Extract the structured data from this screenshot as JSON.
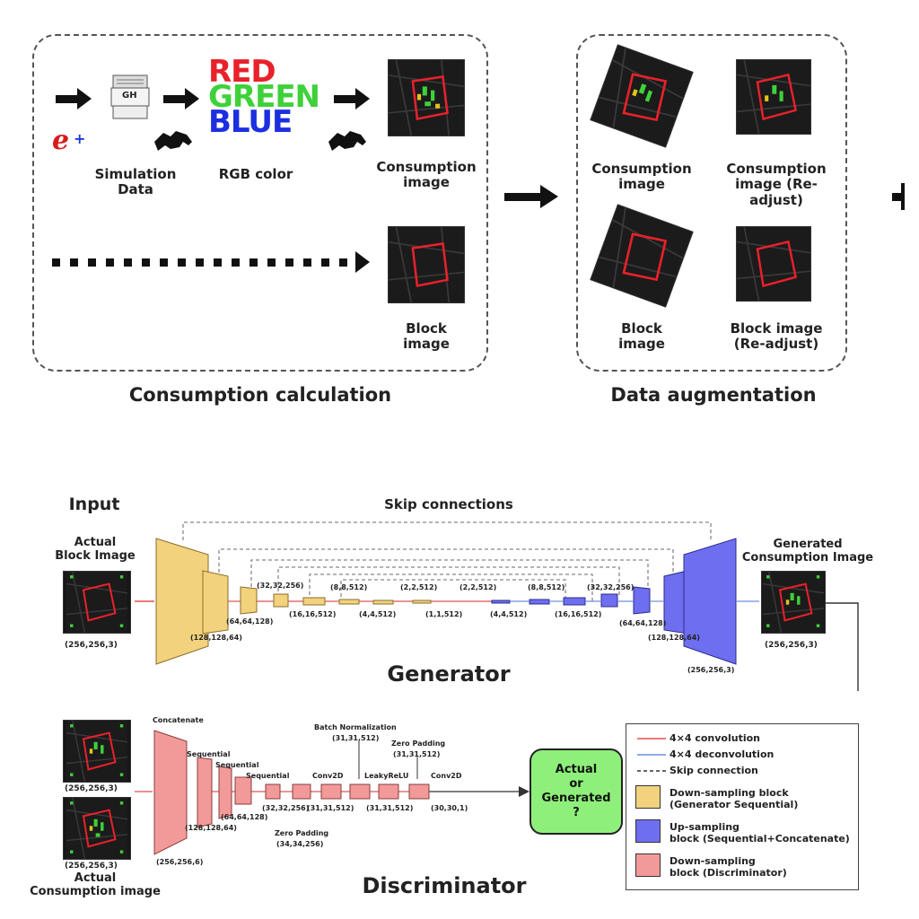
{
  "top": {
    "panel1_title": "Consumption calculation",
    "panel2_title": "Data augmentation",
    "simulation_label": "Simulation\nData",
    "rgb_label": "RGB color",
    "gh_label": "GH",
    "rgb_words": {
      "red": "RED",
      "green": "GREEN",
      "blue": "BLUE"
    },
    "consumption_image": "Consumption\nimage",
    "block_image": "Block\nimage",
    "aug": {
      "consumption": "Consumption\nimage",
      "consumption_readjust": "Consumption\nimage (Re-adjust)",
      "block": "Block\nimage",
      "block_readjust": "Block image\n(Re-adjust)"
    },
    "colors": {
      "red": "#e8212b",
      "green": "#3fd13a",
      "blue": "#1c2fe0"
    }
  },
  "generator": {
    "title": "Generator",
    "input_label": "Input",
    "skip_label": "Skip connections",
    "actual_block": "Actual\nBlock Image",
    "generated": "Generated\nConsumption Image",
    "input_dim": "(256,256,3)",
    "output_dim": "(256,256,3)",
    "enc_dims": [
      "(128,128,64)",
      "(64,64,128)",
      "(32,32,256)",
      "(16,16,512)",
      "(8,8,512)",
      "(4,4,512)",
      "(2,2,512)",
      "(1,1,512)"
    ],
    "dec_dims": [
      "(2,2,512)",
      "(4,4,512)",
      "(8,8,512)",
      "(16,16,512)",
      "(32,32,256)",
      "(64,64,128)",
      "(128,128,64)",
      "(256,256,3)"
    ],
    "colors": {
      "down": "#f3d27e",
      "up": "#6e6ef0"
    }
  },
  "discriminator": {
    "title": "Discriminator",
    "concatenate": "Concatenate",
    "sequential": "Sequential",
    "conv2d": "Conv2D",
    "batch_norm": "Batch Normalization",
    "leaky": "LeakyReLU",
    "zero_padding": "Zero Padding",
    "actual_consumption": "Actual\nConsumption image",
    "dims": {
      "in1": "(256,256,3)",
      "in2": "(256,256,3)",
      "concat": "(256,256,6)",
      "seq1": "(128,128,64)",
      "seq2": "(64,64,128)",
      "seq3": "(32,32,256)",
      "zp1": "(34,34,256)",
      "conv1": "(31,31,512)",
      "bn": "(31,31,512)",
      "lr": "(31,31,512)",
      "zp2": "(31,31,512)",
      "conv2": "(30,30,1)"
    },
    "output": "Actual\nor\nGenerated\n?",
    "colors": {
      "block": "#f29a9a",
      "output": "#8ef07a"
    }
  },
  "legend": {
    "conv": "4×4 convolution",
    "deconv": "4×4 deconvolution",
    "skip": "Skip connection",
    "down_gen": "Down-sampling block\n(Generator Sequential)",
    "up": "Up-sampling\nblock (Sequential+Concatenate)",
    "down_disc": "Down-sampling\nblock (Discriminator)"
  }
}
